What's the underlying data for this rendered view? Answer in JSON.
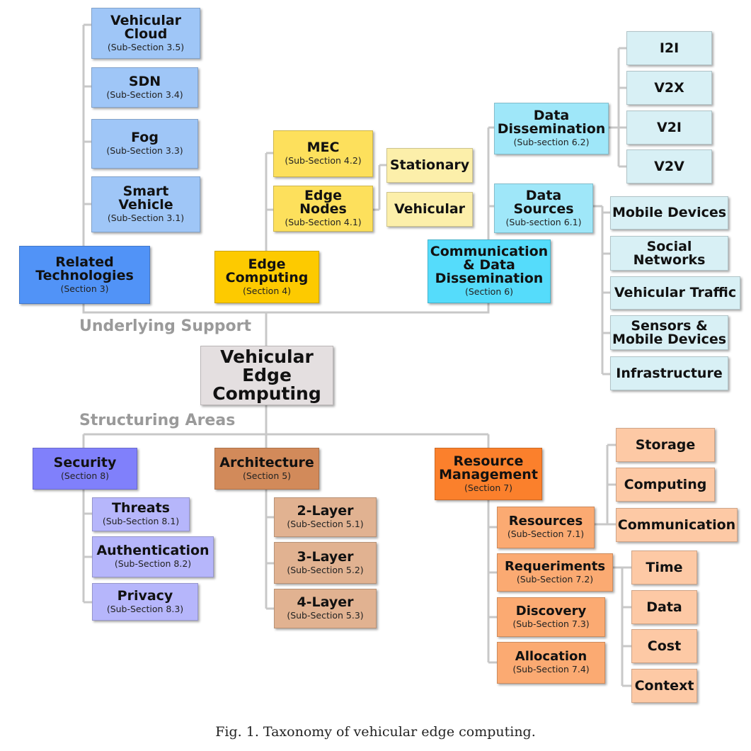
{
  "center": {
    "title": "Vehicular\nEdge\nComputing"
  },
  "labels": {
    "underlying_support": "Underlying Support",
    "structuring_areas": "Structuring Areas"
  },
  "caption": "Fig. 1.  Taxonomy of vehicular edge computing.",
  "related": {
    "main": {
      "title": "Related\nTechnologies",
      "sub": "(Section 3)"
    },
    "items": [
      {
        "title": "Vehicular\nCloud",
        "sub": "(Sub-Section 3.5)"
      },
      {
        "title": "SDN",
        "sub": "(Sub-Section 3.4)"
      },
      {
        "title": "Fog",
        "sub": "(Sub-Section 3.3)"
      },
      {
        "title": "Smart\nVehicle",
        "sub": "(Sub-Section 3.1)"
      }
    ]
  },
  "edge": {
    "main": {
      "title": "Edge\nComputing",
      "sub": "(Section 4)"
    },
    "mec": {
      "title": "MEC",
      "sub": "(Sub-Section 4.2)"
    },
    "nodes": {
      "title": "Edge\nNodes",
      "sub": "(Sub-Section 4.1)"
    },
    "node_types": [
      "Stationary",
      "Vehicular"
    ]
  },
  "comm": {
    "main": {
      "title": "Communication\n& Data\nDissemination",
      "sub": "(Section 6)"
    },
    "dissemination": {
      "title": "Data\nDissemination",
      "sub": "(Sub-section 6.2)"
    },
    "dissemination_items": [
      "I2I",
      "V2X",
      "V2I",
      "V2V"
    ],
    "sources": {
      "title": "Data\nSources",
      "sub": "(Sub-section 6.1)"
    },
    "source_items": [
      "Mobile Devices",
      "Social\nNetworks",
      "Vehicular Traffic",
      "Sensors &\nMobile Devices",
      "Infrastructure"
    ]
  },
  "security": {
    "main": {
      "title": "Security",
      "sub": "(Section 8)"
    },
    "items": [
      {
        "title": "Threats",
        "sub": "(Sub-Section 8.1)"
      },
      {
        "title": "Authentication",
        "sub": "(Sub-Section 8.2)"
      },
      {
        "title": "Privacy",
        "sub": "(Sub-Section 8.3)"
      }
    ]
  },
  "architecture": {
    "main": {
      "title": "Architecture",
      "sub": "(Section 5)"
    },
    "items": [
      {
        "title": "2-Layer",
        "sub": "(Sub-Section 5.1)"
      },
      {
        "title": "3-Layer",
        "sub": "(Sub-Section 5.2)"
      },
      {
        "title": "4-Layer",
        "sub": "(Sub-Section 5.3)"
      }
    ]
  },
  "resource": {
    "main": {
      "title": "Resource\nManagement",
      "sub": "(Section 7)"
    },
    "resources": {
      "title": "Resources",
      "sub": "(Sub-Section 7.1)"
    },
    "resource_items": [
      "Storage",
      "Computing",
      "Communication"
    ],
    "requirements": {
      "title": "Requeriments",
      "sub": "(Sub-Section 7.2)"
    },
    "requirement_items": [
      "Time",
      "Data",
      "Cost",
      "Context"
    ],
    "discovery": {
      "title": "Discovery",
      "sub": "(Sub-Section 7.3)"
    },
    "allocation": {
      "title": "Allocation",
      "sub": "(Sub-Section 7.4)"
    }
  }
}
